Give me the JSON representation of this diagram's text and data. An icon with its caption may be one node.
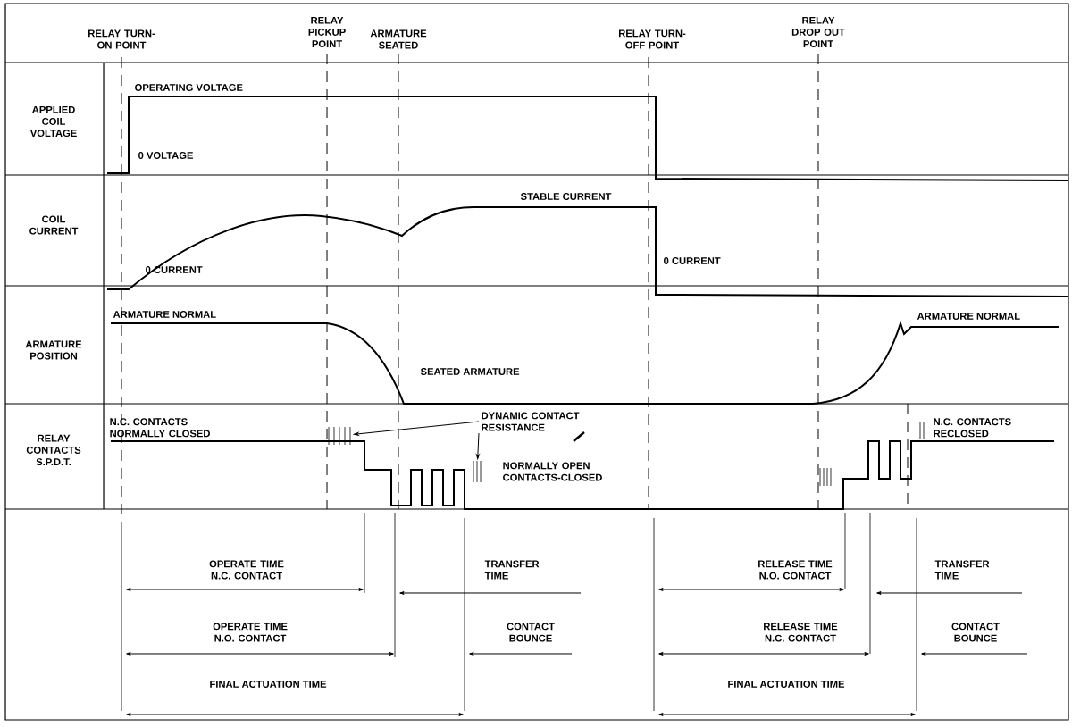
{
  "diagram": {
    "nodes": [
      {
        "text": [
          "DYNAMIC CONTACT RESISTANCE"
        ]
      },
      {
        "text": [
          "NORMALLY OPEN CONTACTS-CLOSED"
        ]
      },
      {
        "text": [],
        "shape": "lines"
      },
      {
        "text": [],
        "shape": "lines"
      }
    ],
    "edges": [
      {
        "from": 0,
        "to": 2,
        "arrow": "to"
      },
      {
        "from": 0,
        "to": 3,
        "arrow": "to"
      }
    ],
    "labels": [
      "RELAY TURN-ON POINT",
      "RELAY PICKUP POINT",
      "ARMATURE SEATED",
      "RELAY TURN-OFF POINT",
      "RELAY DROP OUT POINT",
      "APPLIED COIL VOLTAGE",
      "OPERATING VOLTAGE",
      "0 VOLTAGE",
      "COIL CURRENT",
      "STABLE CURRENT",
      "0 CURRENT",
      "0 CURRENT",
      "ARMATURE POSITION",
      "ARMATURE NORMAL",
      "SEATED ARMATURE",
      "ARMATURE NORMAL",
      "RELAY CONTACTS S.P.D.T.",
      "N.C. CONTACTS NORMALLY CLOSED",
      "N.C. CONTACTS RECLOSED",
      "OPERATE TIME N.C. CONTACT",
      "TRANSFER TIME",
      "RELEASE TIME N.O. CONTACT",
      "TRANSFER TIME",
      "OPERATE TIME N.O. CONTACT",
      "CONTACT BOUNCE",
      "RELEASE TIME N.C. CONTACT",
      "CONTACT BOUNCE",
      "FINAL ACTUATION TIME",
      "FINAL ACTUATION TIME"
    ]
  }
}
